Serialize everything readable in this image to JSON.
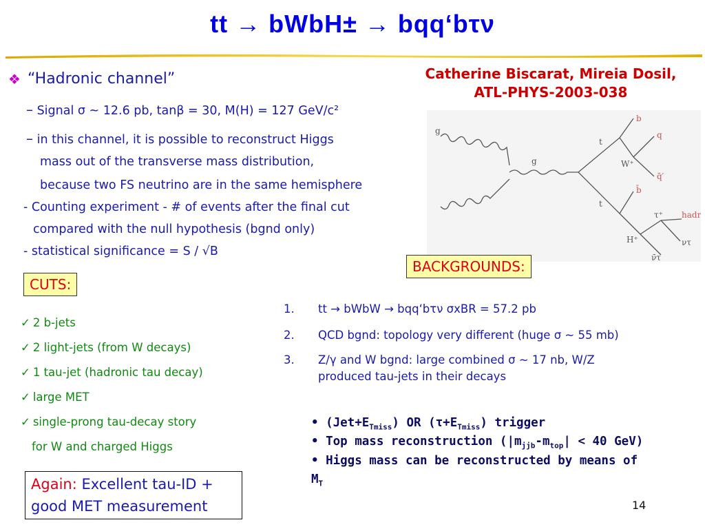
{
  "slide": {
    "title": "tt  →  bWbH±  →  bqq‘bτν",
    "main_bullet": "“Hadronic channel”",
    "points": [
      "Signal σ ~ 12.6 pb, tanβ = 30, M(H) = 127 GeV/c²",
      "in this channel, it is possible to reconstruct Higgs",
      "mass out of the transverse mass distribution,",
      "because two FS neutrino are in the same hemisphere",
      "- Counting experiment - # of events after the final cut",
      "compared with the null hypothesis (bgnd only)",
      "- statistical significance = S / √B"
    ],
    "authors_line1": "Catherine Biscarat, Mireia Dosil,",
    "authors_line2": "ATL-PHYS-2003-038",
    "cuts_label": "CUTS:",
    "cuts": [
      "2 b-jets",
      "2 light-jets (from W decays)",
      "1 tau-jet (hadronic tau decay)",
      "large MET",
      "single-prong tau-decay story",
      "for W and charged Higgs"
    ],
    "backgrounds_label": "BACKGROUNDS:",
    "backgrounds": [
      {
        "num": "1.",
        "text": "tt → bWbW → bqq‘bτν  σxBR = 57.2 pb"
      },
      {
        "num": "2.",
        "text": "QCD bgnd:  topology very different (huge σ ~ 55 mb)"
      },
      {
        "num": "3.",
        "text": "Z/γ and W bgnd:  large combined σ ~ 17 nb, W/Z"
      },
      {
        "num": "",
        "text": "produced tau-jets in their decays"
      }
    ],
    "triggers": {
      "t1_a": "• (Jet+E",
      "t1_sub1": "Tmiss",
      "t1_b": ") OR (τ+E",
      "t1_sub2": "Tmiss",
      "t1_c": ") trigger",
      "t2_a": "• Top mass reconstruction (|m",
      "t2_sub1": "jjb",
      "t2_b": "-m",
      "t2_sub2": "top",
      "t2_c": "| < 40 GeV)",
      "t3": "• Higgs mass can be reconstructed by means of",
      "t4_a": "M",
      "t4_sub": "T"
    },
    "again_label": "Again:",
    "again_text1": "Excellent tau-ID +",
    "again_text2": "good MET measurement",
    "page_number": "14",
    "diagram_labels": {
      "g_left": "g",
      "g_mid": "g",
      "t_top": "t",
      "t_bottom": "t",
      "b_top": "b",
      "q": "q",
      "W": "W⁺",
      "qbar": "q̄′",
      "bbar": "b̄",
      "hadr": "hadr.",
      "tau": "τ⁺",
      "nu": "ντ",
      "H": "H⁺",
      "nubar": "ν̄τ"
    },
    "colors": {
      "title": "#0000e0",
      "authors": "#cc0000",
      "cuts": "#118811",
      "box_bg": "#ffffa8"
    }
  }
}
